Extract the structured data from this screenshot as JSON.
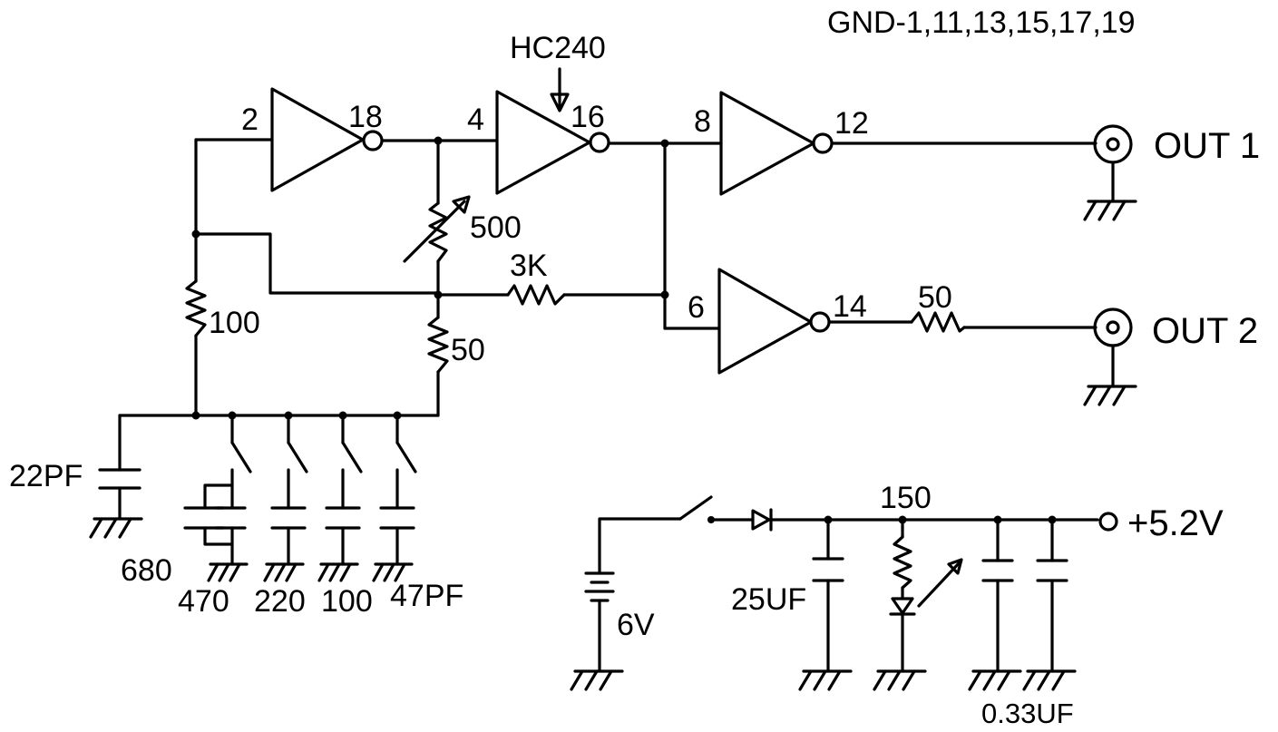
{
  "header": {
    "gnd_note": "GND-1,11,13,15,17,19",
    "chip_label": "HC240"
  },
  "gates": {
    "g1_in": "2",
    "g1_out": "18",
    "g2_in": "4",
    "g2_out": "16",
    "g3_in": "8",
    "g3_out": "12",
    "g4_in": "6",
    "g4_out": "14"
  },
  "resistors": {
    "pot": "500",
    "series": "3K",
    "left": "100",
    "mid": "50",
    "out2": "50",
    "led": "150"
  },
  "capacitors": {
    "c22": "22PF",
    "c680": "680",
    "c470": "470",
    "c220": "220",
    "c100": "100",
    "c47": "47PF",
    "c25": "25UF",
    "c033": "0.33UF"
  },
  "outputs": {
    "out1": "OUT 1",
    "out2": "OUT 2"
  },
  "power": {
    "battery": "6V",
    "vout": "+5.2V"
  }
}
